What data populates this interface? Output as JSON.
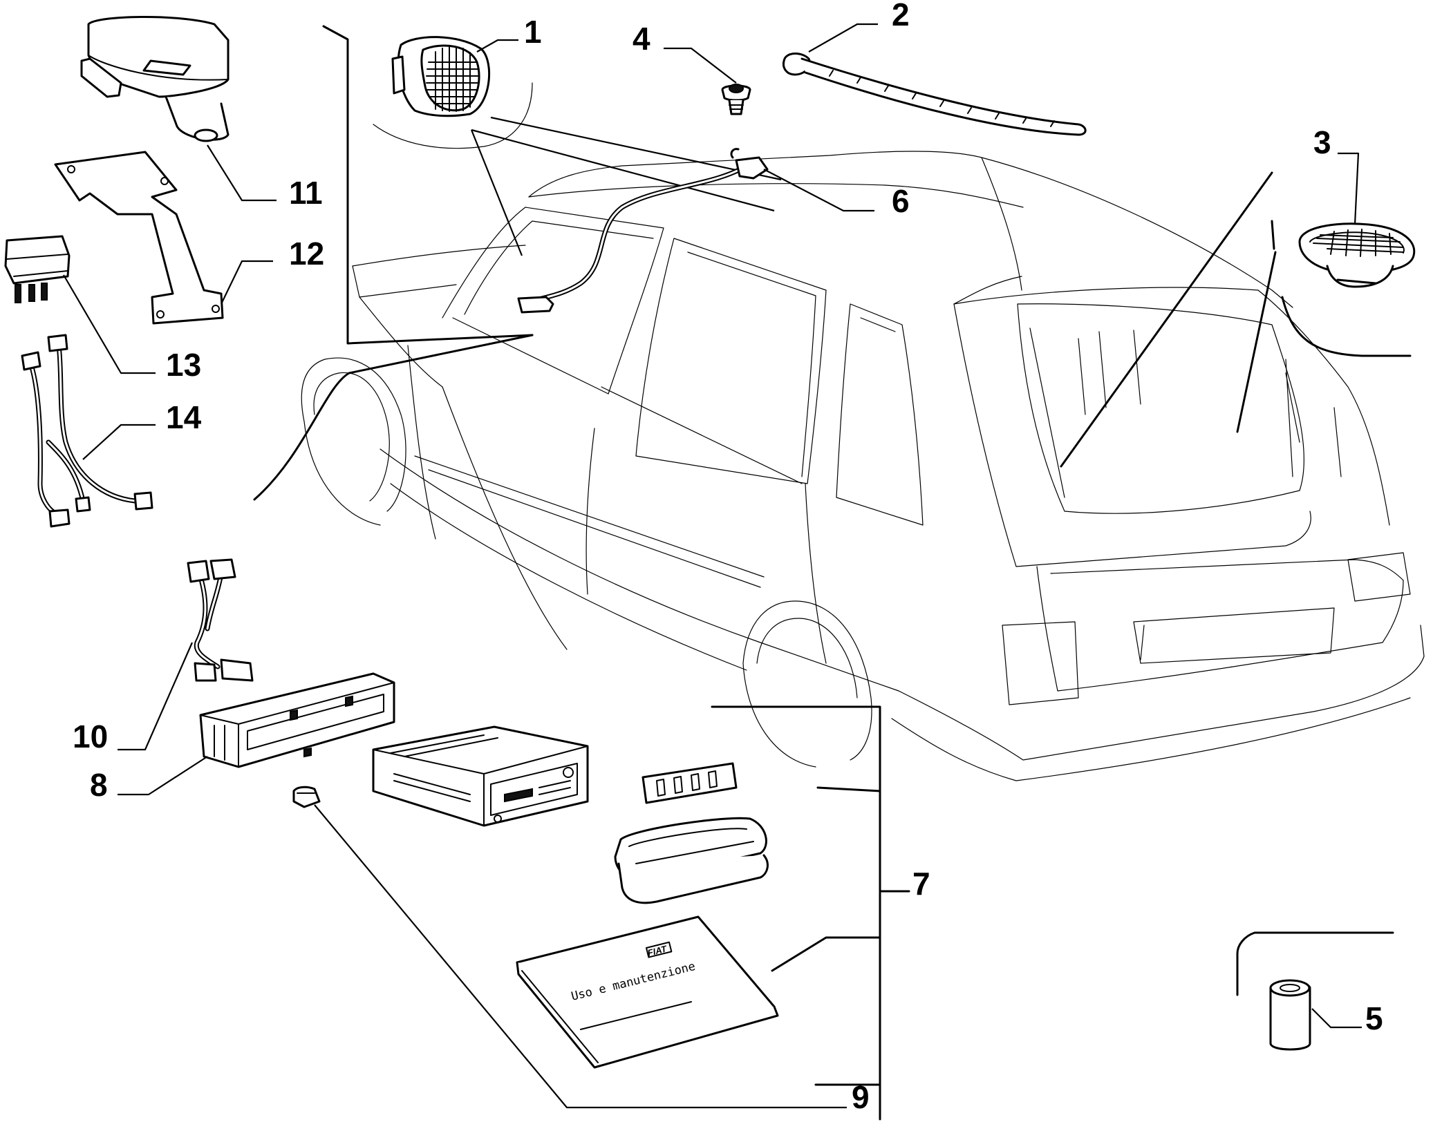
{
  "diagram": {
    "parts": [
      {
        "id": "part-1",
        "number": "1"
      },
      {
        "id": "part-2",
        "number": "2"
      },
      {
        "id": "part-3",
        "number": "3"
      },
      {
        "id": "part-4",
        "number": "4"
      },
      {
        "id": "part-5",
        "number": "5"
      },
      {
        "id": "part-6",
        "number": "6"
      },
      {
        "id": "part-7",
        "number": "7"
      },
      {
        "id": "part-8",
        "number": "8"
      },
      {
        "id": "part-9",
        "number": "9"
      },
      {
        "id": "part-10",
        "number": "10"
      },
      {
        "id": "part-11",
        "number": "11"
      },
      {
        "id": "part-12",
        "number": "12"
      },
      {
        "id": "part-13",
        "number": "13"
      },
      {
        "id": "part-14",
        "number": "14"
      }
    ],
    "manual_cover_text": "Uso e manutenzione",
    "manual_logo": "FIAT"
  }
}
